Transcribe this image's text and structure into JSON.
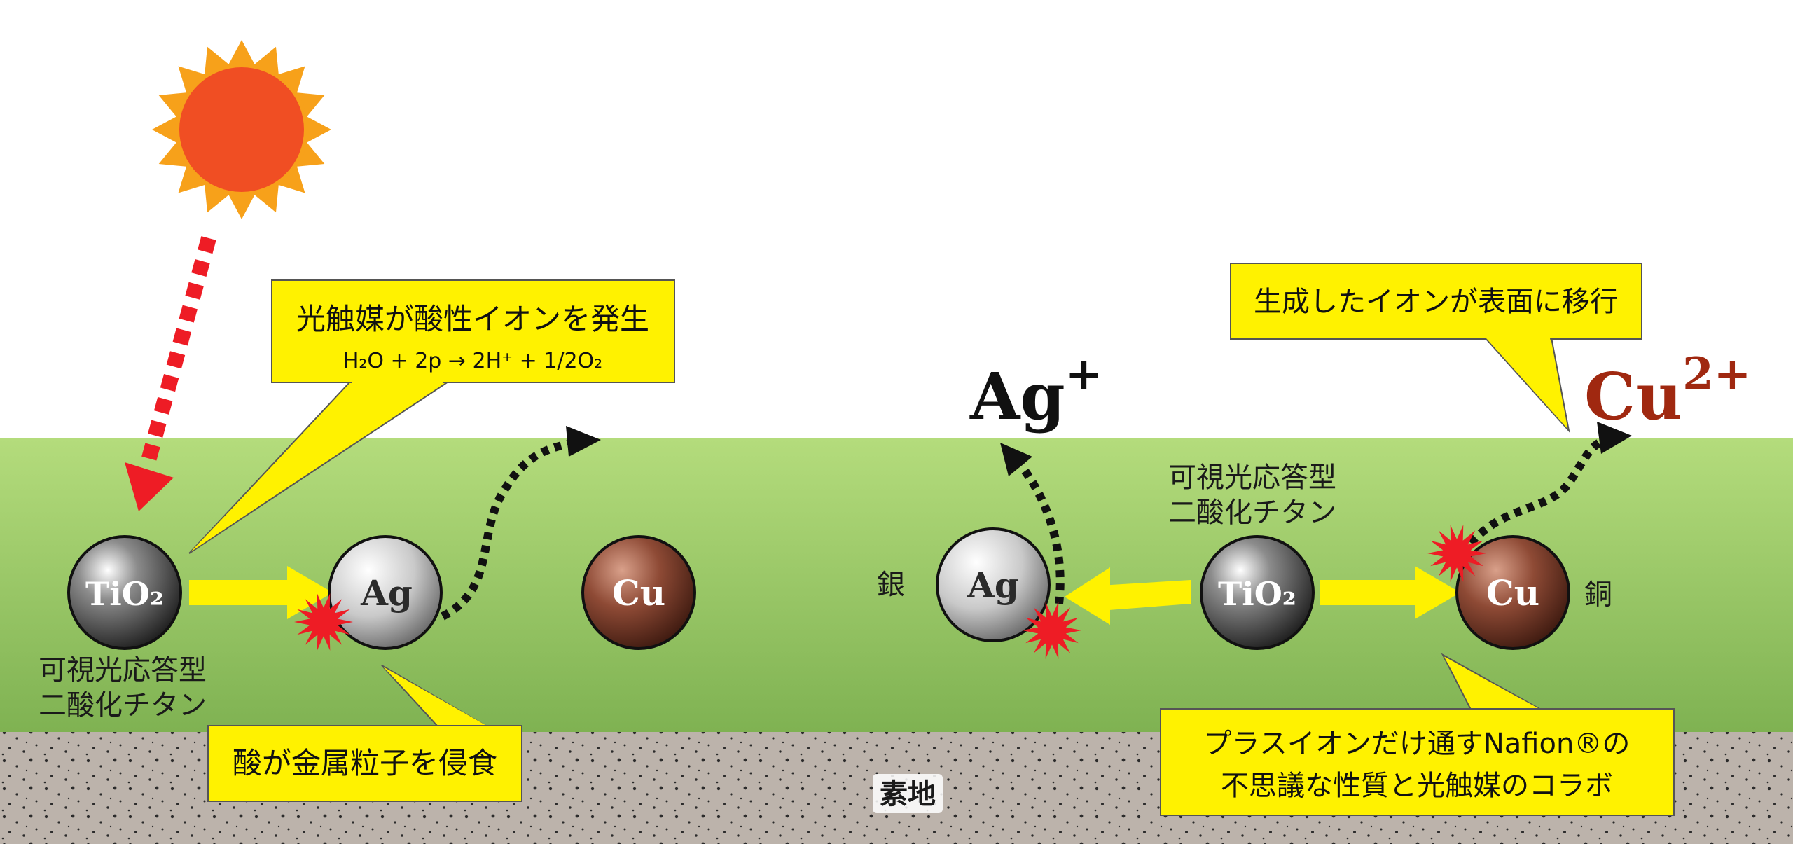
{
  "callouts": {
    "left_top_line1": "光触媒が酸性イオンを発生",
    "left_top_line2": "H₂O + 2p → 2H⁺ + 1/2O₂",
    "left_bottom": "酸が金属粒子を侵食",
    "right_top": "生成したイオンが表面に移行",
    "right_bottom_line1": "プラスイオンだけ通すNafion®の",
    "right_bottom_line2": "不思議な性質と光触媒のコラボ"
  },
  "particles": {
    "tio2": "TiO₂",
    "ag": "Ag",
    "cu": "Cu"
  },
  "ions": {
    "ag_base": "Ag",
    "ag_sup": "+",
    "cu_base": "Cu",
    "cu_sup": "2+"
  },
  "labels": {
    "tio2_line1": "可視光応答型",
    "tio2_line2": "二酸化チタン",
    "silver": "銀",
    "copper": "銅",
    "substrate": "素地"
  },
  "colors": {
    "green_layer": "#9dd067",
    "substrate": "#b8b0a8",
    "callout_fill": "#fff200",
    "cu_ion": "#a02810",
    "sun_core": "#f04e23",
    "sun_rays": "#f7a11a",
    "red_arrow": "#ee1c25"
  }
}
